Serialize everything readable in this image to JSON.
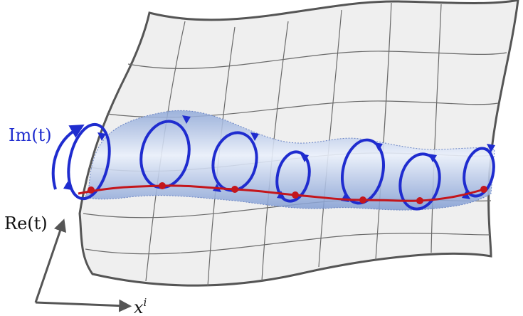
{
  "labels": {
    "im_axis": "Im(t)",
    "re_axis": "Re(t)",
    "x_axis": "x",
    "x_axis_superscript": "i"
  },
  "colors": {
    "sheet_fill": "#efefef",
    "sheet_edge": "#555555",
    "grid": "#6a6a6a",
    "tube": "#9fb6e0",
    "circles": "#1f2ccf",
    "worldline": "#c4161c",
    "marker": "#c4161c",
    "axes": "#555555"
  },
  "diagram": {
    "circle_count": 7,
    "marker_count": 7
  }
}
